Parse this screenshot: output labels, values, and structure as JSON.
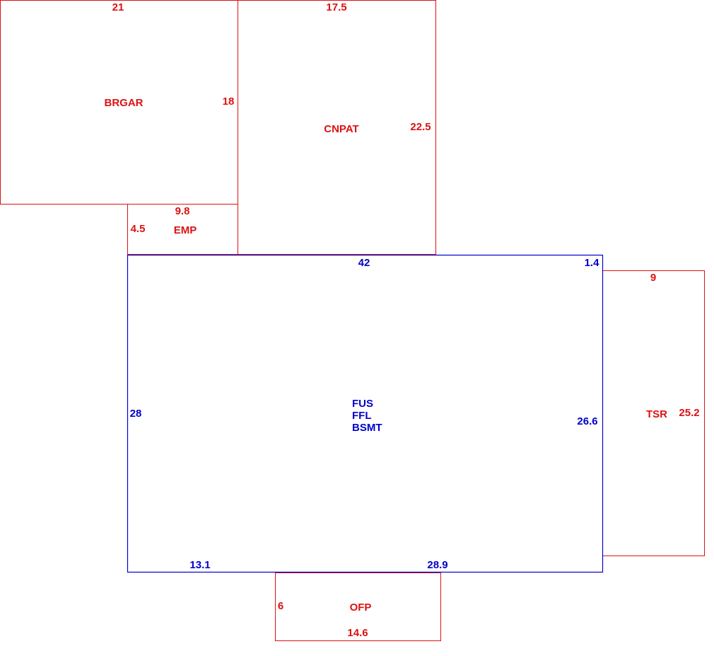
{
  "colors": {
    "main": "#0000cc",
    "addition": "#dd1111"
  },
  "areas": {
    "brgar": {
      "name": "BRGAR",
      "top": "21",
      "right": "18"
    },
    "cnpat": {
      "name": "CNPAT",
      "top": "17.5",
      "right": "22.5"
    },
    "emp": {
      "name": "EMP",
      "top": "9.8",
      "left": "4.5"
    },
    "main": {
      "name_lines": [
        "FUS",
        "FFL",
        "BSMT"
      ],
      "top": "42",
      "top_right": "1.4",
      "left": "28",
      "right": "26.6",
      "bottom_left": "13.1",
      "bottom_right": "28.9"
    },
    "tsr": {
      "name": "TSR",
      "top": "9",
      "right": "25.2"
    },
    "ofp": {
      "name": "OFP",
      "left": "6",
      "bottom": "14.6"
    }
  }
}
